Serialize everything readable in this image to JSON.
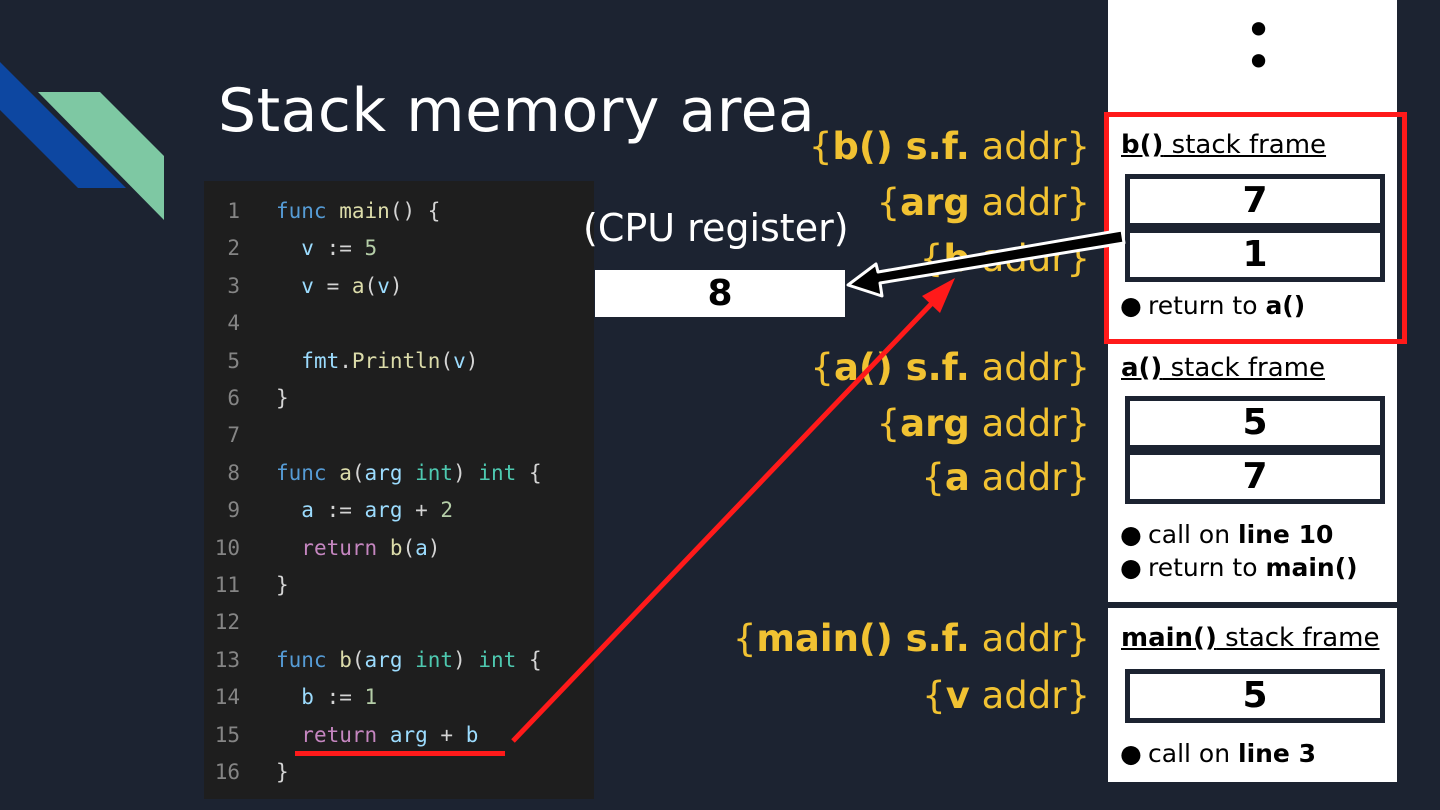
{
  "slide": {
    "title": "Stack memory area"
  },
  "code": {
    "lines": [
      {
        "n": "1",
        "tokens": [
          [
            "kw",
            "func"
          ],
          [
            "pl",
            " "
          ],
          [
            "fn",
            "main"
          ],
          [
            "pl",
            "() {"
          ]
        ]
      },
      {
        "n": "2",
        "tokens": [
          [
            "pl",
            "  "
          ],
          [
            "var",
            "v"
          ],
          [
            "pl",
            " := "
          ],
          [
            "num",
            "5"
          ]
        ]
      },
      {
        "n": "3",
        "tokens": [
          [
            "pl",
            "  "
          ],
          [
            "var",
            "v"
          ],
          [
            "pl",
            " = "
          ],
          [
            "fn",
            "a"
          ],
          [
            "pl",
            "("
          ],
          [
            "var",
            "v"
          ],
          [
            "pl",
            ")"
          ]
        ]
      },
      {
        "n": "4",
        "tokens": []
      },
      {
        "n": "5",
        "tokens": [
          [
            "pl",
            "  "
          ],
          [
            "var",
            "fmt"
          ],
          [
            "pl",
            "."
          ],
          [
            "fn",
            "Println"
          ],
          [
            "pl",
            "("
          ],
          [
            "var",
            "v"
          ],
          [
            "pl",
            ")"
          ]
        ]
      },
      {
        "n": "6",
        "tokens": [
          [
            "pl",
            "}"
          ]
        ]
      },
      {
        "n": "7",
        "tokens": []
      },
      {
        "n": "8",
        "tokens": [
          [
            "kw",
            "func"
          ],
          [
            "pl",
            " "
          ],
          [
            "fn",
            "a"
          ],
          [
            "pl",
            "("
          ],
          [
            "var",
            "arg"
          ],
          [
            "pl",
            " "
          ],
          [
            "ty",
            "int"
          ],
          [
            "pl",
            ") "
          ],
          [
            "ty",
            "int"
          ],
          [
            "pl",
            " {"
          ]
        ]
      },
      {
        "n": "9",
        "tokens": [
          [
            "pl",
            "  "
          ],
          [
            "var",
            "a"
          ],
          [
            "pl",
            " := "
          ],
          [
            "var",
            "arg"
          ],
          [
            "pl",
            " + "
          ],
          [
            "num",
            "2"
          ]
        ]
      },
      {
        "n": "10",
        "tokens": [
          [
            "pl",
            "  "
          ],
          [
            "kw2",
            "return"
          ],
          [
            "pl",
            " "
          ],
          [
            "fn",
            "b"
          ],
          [
            "pl",
            "("
          ],
          [
            "var",
            "a"
          ],
          [
            "pl",
            ")"
          ]
        ]
      },
      {
        "n": "11",
        "tokens": [
          [
            "pl",
            "}"
          ]
        ]
      },
      {
        "n": "12",
        "tokens": []
      },
      {
        "n": "13",
        "tokens": [
          [
            "kw",
            "func"
          ],
          [
            "pl",
            " "
          ],
          [
            "fn",
            "b"
          ],
          [
            "pl",
            "("
          ],
          [
            "var",
            "arg"
          ],
          [
            "pl",
            " "
          ],
          [
            "ty",
            "int"
          ],
          [
            "pl",
            ") "
          ],
          [
            "ty",
            "int"
          ],
          [
            "pl",
            " {"
          ]
        ]
      },
      {
        "n": "14",
        "tokens": [
          [
            "pl",
            "  "
          ],
          [
            "var",
            "b"
          ],
          [
            "pl",
            " := "
          ],
          [
            "num",
            "1"
          ]
        ]
      },
      {
        "n": "15",
        "tokens": [
          [
            "pl",
            "  "
          ],
          [
            "kw2",
            "return"
          ],
          [
            "pl",
            " "
          ],
          [
            "var",
            "arg"
          ],
          [
            "pl",
            " + "
          ],
          [
            "var",
            "b"
          ]
        ]
      },
      {
        "n": "16",
        "tokens": [
          [
            "pl",
            "}"
          ]
        ]
      }
    ]
  },
  "cpu": {
    "label": "(CPU register)",
    "value": "8"
  },
  "addresses": [
    {
      "pre": "{",
      "bold": "b() s.f.",
      "post": " addr}"
    },
    {
      "pre": "{",
      "bold": "arg",
      "post": " addr}"
    },
    {
      "pre": "{",
      "bold": "b",
      "post": " addr}"
    },
    {
      "pre": "{",
      "bold": "a() s.f.",
      "post": " addr}"
    },
    {
      "pre": "{",
      "bold": "arg",
      "post": " addr}"
    },
    {
      "pre": "{",
      "bold": "a",
      "post": " addr}"
    },
    {
      "pre": "{",
      "bold": "main() s.f.",
      "post": " addr}"
    },
    {
      "pre": "{",
      "bold": "v",
      "post": " addr}"
    }
  ],
  "stack": {
    "dots": "•\n•",
    "frames": [
      {
        "title_bold": "b()",
        "title_rest": " stack frame",
        "cells": [
          "7",
          "1"
        ],
        "notes": [
          {
            "text": "return to ",
            "bold": "a()"
          }
        ]
      },
      {
        "title_bold": "a()",
        "title_rest": " stack frame",
        "cells": [
          "5",
          "7"
        ],
        "notes": [
          {
            "text": "call on ",
            "bold": "line 10"
          },
          {
            "text": "return to ",
            "bold": "main()"
          }
        ]
      },
      {
        "title_bold": "main()",
        "title_rest": " stack frame",
        "cells": [
          "5"
        ],
        "notes": [
          {
            "text": "call on ",
            "bold": "line 3"
          }
        ]
      }
    ]
  },
  "colors": {
    "background": "#1c2331",
    "address": "#f1c232",
    "highlight": "#ff1a1a",
    "deco_blue": "#0d47a1",
    "deco_green": "#7ec8a3"
  },
  "icons": {
    "deco": "diagonal-stripes",
    "return-arrow": "arrow-left",
    "pointer": "red-arrow"
  }
}
